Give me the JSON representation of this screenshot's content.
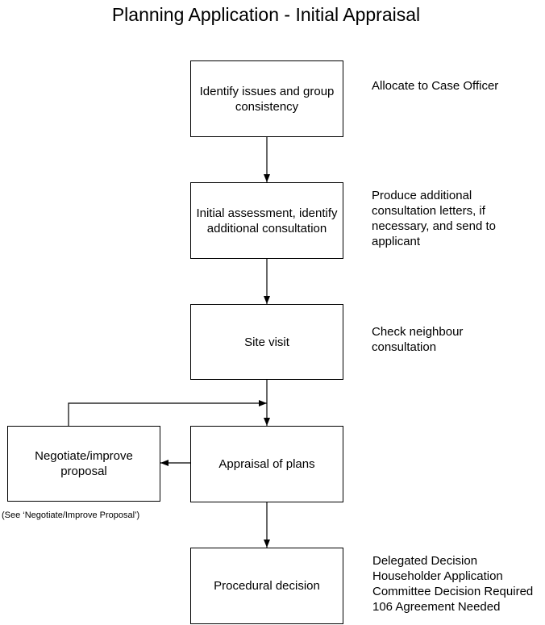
{
  "title": "Planning Application - Initial Appraisal",
  "steps": [
    {
      "label": "Identify issues and group consistency",
      "note": "Allocate to Case Officer"
    },
    {
      "label": "Initial assessment, identify additional consultation",
      "note": "Produce additional\nconsultation letters, if\nnecessary, and send to\napplicant"
    },
    {
      "label": "Site visit",
      "note": "Check neighbour\nconsultation"
    },
    {
      "label": "Appraisal of plans",
      "note": ""
    },
    {
      "label": "Procedural decision",
      "note": "Delegated Decision\nHouseholder Application\nCommittee Decision Required\n106 Agreement Needed"
    }
  ],
  "side_step": {
    "label": "Negotiate/improve proposal",
    "caption": "(See ‘Negotiate/Improve Proposal’)"
  }
}
